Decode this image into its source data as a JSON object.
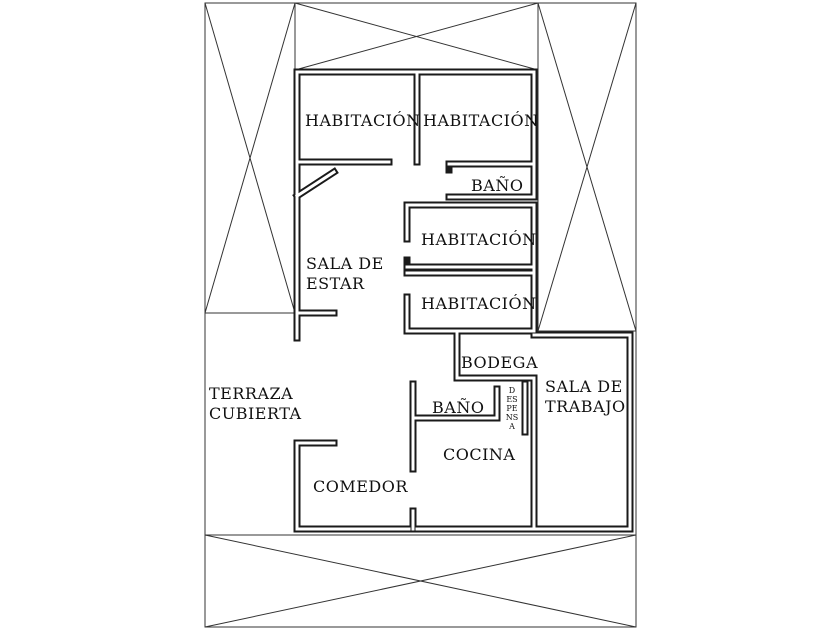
{
  "rooms": {
    "habitacion_1": "HABITACIÓN",
    "habitacion_2": "HABITACIÓN",
    "bano_1": "BAÑO",
    "habitacion_3": "HABITACIÓN",
    "sala_estar": [
      "SALA DE",
      "ESTAR"
    ],
    "habitacion_4": "HABITACIÓN",
    "bodega": "BODEGA",
    "terraza": [
      "TERRAZA",
      "CUBIERTA"
    ],
    "bano_2": "BAÑO",
    "despensa": [
      "D",
      "ES",
      "PE",
      "NS",
      "A"
    ],
    "sala_trabajo": [
      "SALA DE",
      "TRABAJO"
    ],
    "cocina": "COCINA",
    "comedor": "COMEDOR"
  },
  "colors": {
    "wall": "#1a1a1a",
    "line": "#333333",
    "background": "#ffffff"
  }
}
